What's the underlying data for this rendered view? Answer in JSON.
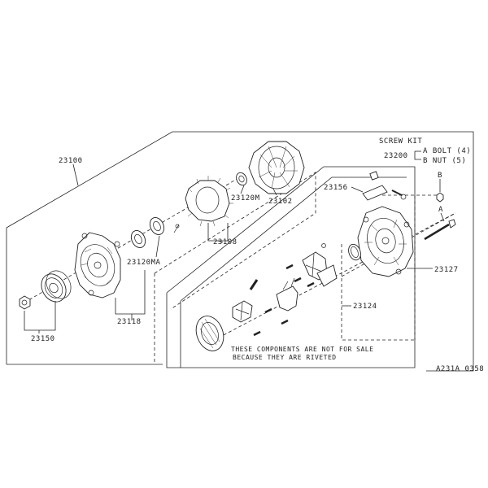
{
  "labels": {
    "p23100": "23100",
    "p23102": "23102",
    "p23120m": "23120M",
    "p23108": "23108",
    "p23120ma": "23120MA",
    "p23118": "23118",
    "p23150": "23150",
    "p23156": "23156",
    "p23127": "23127",
    "p23124": "23124",
    "p23200": "23200",
    "ref_a": "A",
    "ref_b": "B",
    "ref_code": "A231A 0358"
  },
  "screw_kit": {
    "title": "SCREW KIT",
    "line_a": "A BOLT (4)",
    "line_b": "B NUT  (5)"
  },
  "notice": {
    "line1": "THESE COMPONENTS ARE NOT FOR SALE",
    "line2": "BECAUSE THEY ARE RIVETED"
  }
}
